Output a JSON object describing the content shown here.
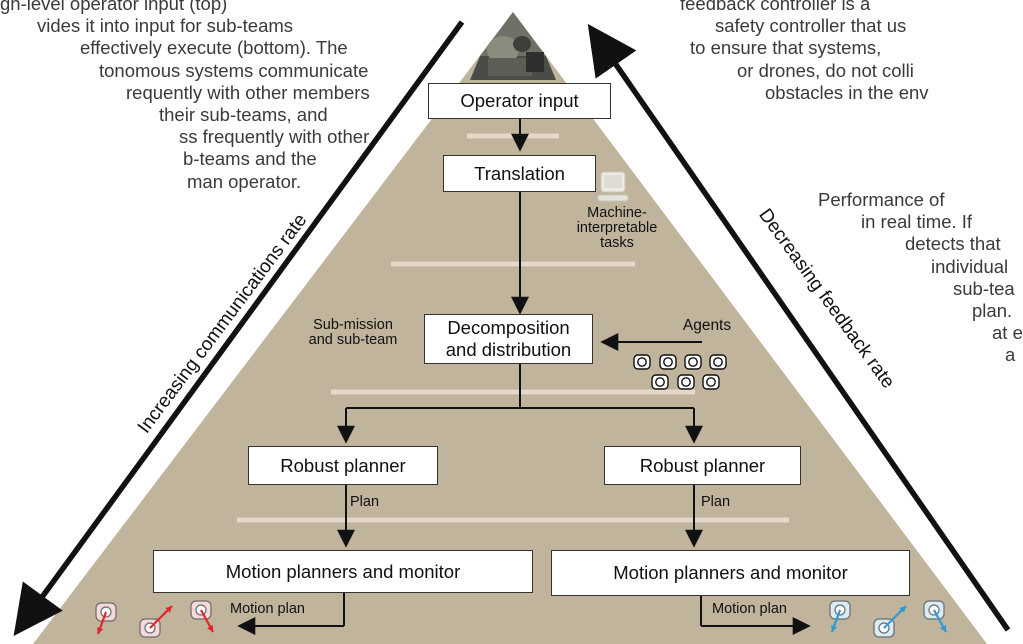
{
  "left_text": {
    "lines": [
      "gh-level operator input (top)",
      "vides it into input for sub-teams",
      "effectively execute (bottom). The",
      "tonomous systems communicate",
      "requently with other members",
      "their sub-teams, and",
      "ss frequently with other",
      "b-teams and the",
      "man operator."
    ]
  },
  "right_text": {
    "lines1": [
      "feedback controller is a",
      "safety controller that us",
      "to ensure that systems,",
      "or drones, do not colli",
      "obstacles in the env"
    ],
    "lines2": [
      "Performance of",
      "in real time. If",
      "detects that",
      "individual",
      "sub-tea",
      "plan.",
      "at e",
      "a"
    ]
  },
  "arrows": {
    "left_label": "Increasing communications rate",
    "right_label": "Decreasing feedback rate"
  },
  "boxes": {
    "operator_input": "Operator input",
    "translation": "Translation",
    "decomposition_line1": "Decomposition",
    "decomposition_line2": "and distribution",
    "robust_planner_left": "Robust planner",
    "robust_planner_right": "Robust planner",
    "motion_left": "Motion planners and monitor",
    "motion_right": "Motion planners and monitor"
  },
  "labels": {
    "machine_line1": "Machine-",
    "machine_line2": "interpretable",
    "machine_line3": "tasks",
    "agents": "Agents",
    "submission_line1": "Sub-mission",
    "submission_line2": "and sub-team",
    "plan_left": "Plan",
    "plan_right": "Plan",
    "motion_plan_left": "Motion plan",
    "motion_plan_right": "Motion plan"
  },
  "colors": {
    "pyramid_fill": "#c1b49c",
    "band_separator": "#e2d9c9",
    "drone_left_arrows": "#e0262b",
    "drone_right_arrows": "#2e9ad8",
    "drone_left_body": "#f6d9d9",
    "drone_right_body": "#d8ecf7"
  }
}
